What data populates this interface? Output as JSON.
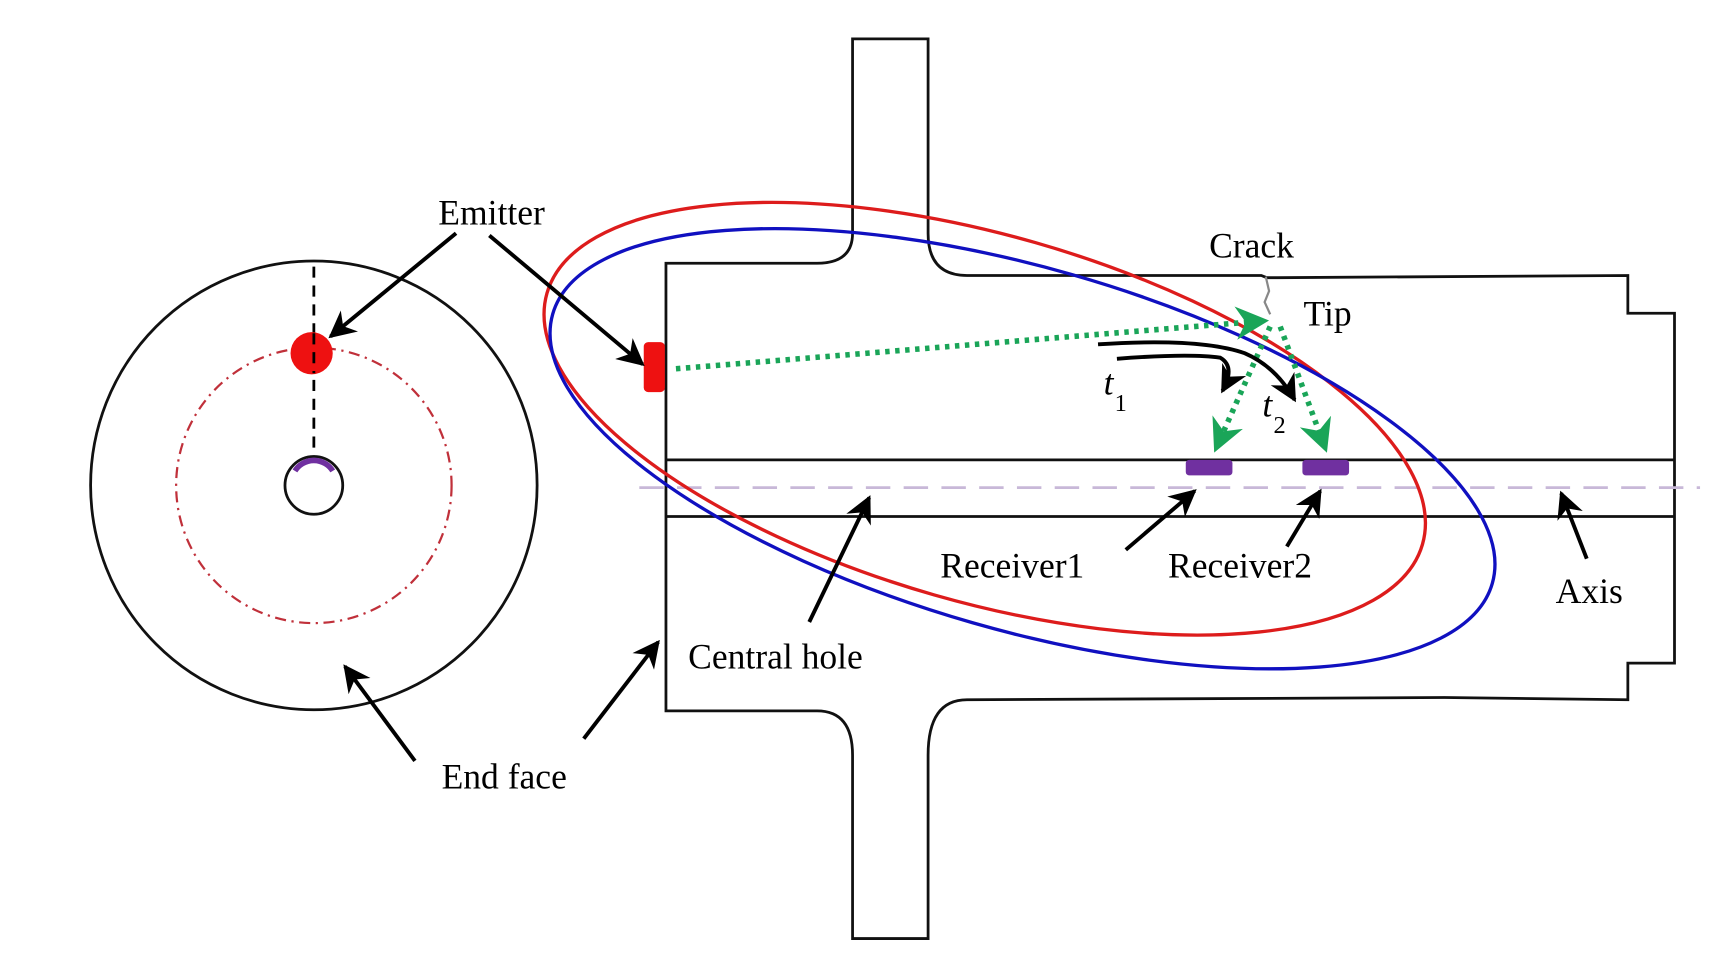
{
  "figure": {
    "title": "Ultrasonic crack-tip diffraction detection on a flanged shaft with central hole",
    "labels": {
      "emitter": "Emitter",
      "crack": "Crack",
      "tip": "Tip",
      "t1_symbol": "t",
      "t1_subscript": "1",
      "t2_symbol": "t",
      "t2_subscript": "2",
      "receiver1": "Receiver1",
      "receiver2": "Receiver2",
      "axis": "Axis",
      "central_hole": "Central hole",
      "end_face": "End face"
    },
    "colors": {
      "emitter": "#ee1111",
      "receiver": "#7030a0",
      "ellipse_t1": "#dd1c1c",
      "ellipse_t2": "#1010c0",
      "wave_path": "#1aa558",
      "pcd_circle": "#c0303a",
      "axis_line": "#c8b8d8",
      "outline": "#111111"
    },
    "components": [
      {
        "name": "end-face-view",
        "description": "End face cross-section with emitter on dash-dot circle and central hole"
      },
      {
        "name": "shaft-section",
        "description": "Longitudinal section of flanged shaft with central hole"
      },
      {
        "name": "emitter",
        "description": "Emitter transducer on end face"
      },
      {
        "name": "receiver1",
        "description": "Receiver 1 inside central hole"
      },
      {
        "name": "receiver2",
        "description": "Receiver 2 inside central hole"
      },
      {
        "name": "ellipse-t1",
        "description": "Red iso-time ellipse for t1"
      },
      {
        "name": "ellipse-t2",
        "description": "Blue iso-time ellipse for t2"
      }
    ]
  }
}
